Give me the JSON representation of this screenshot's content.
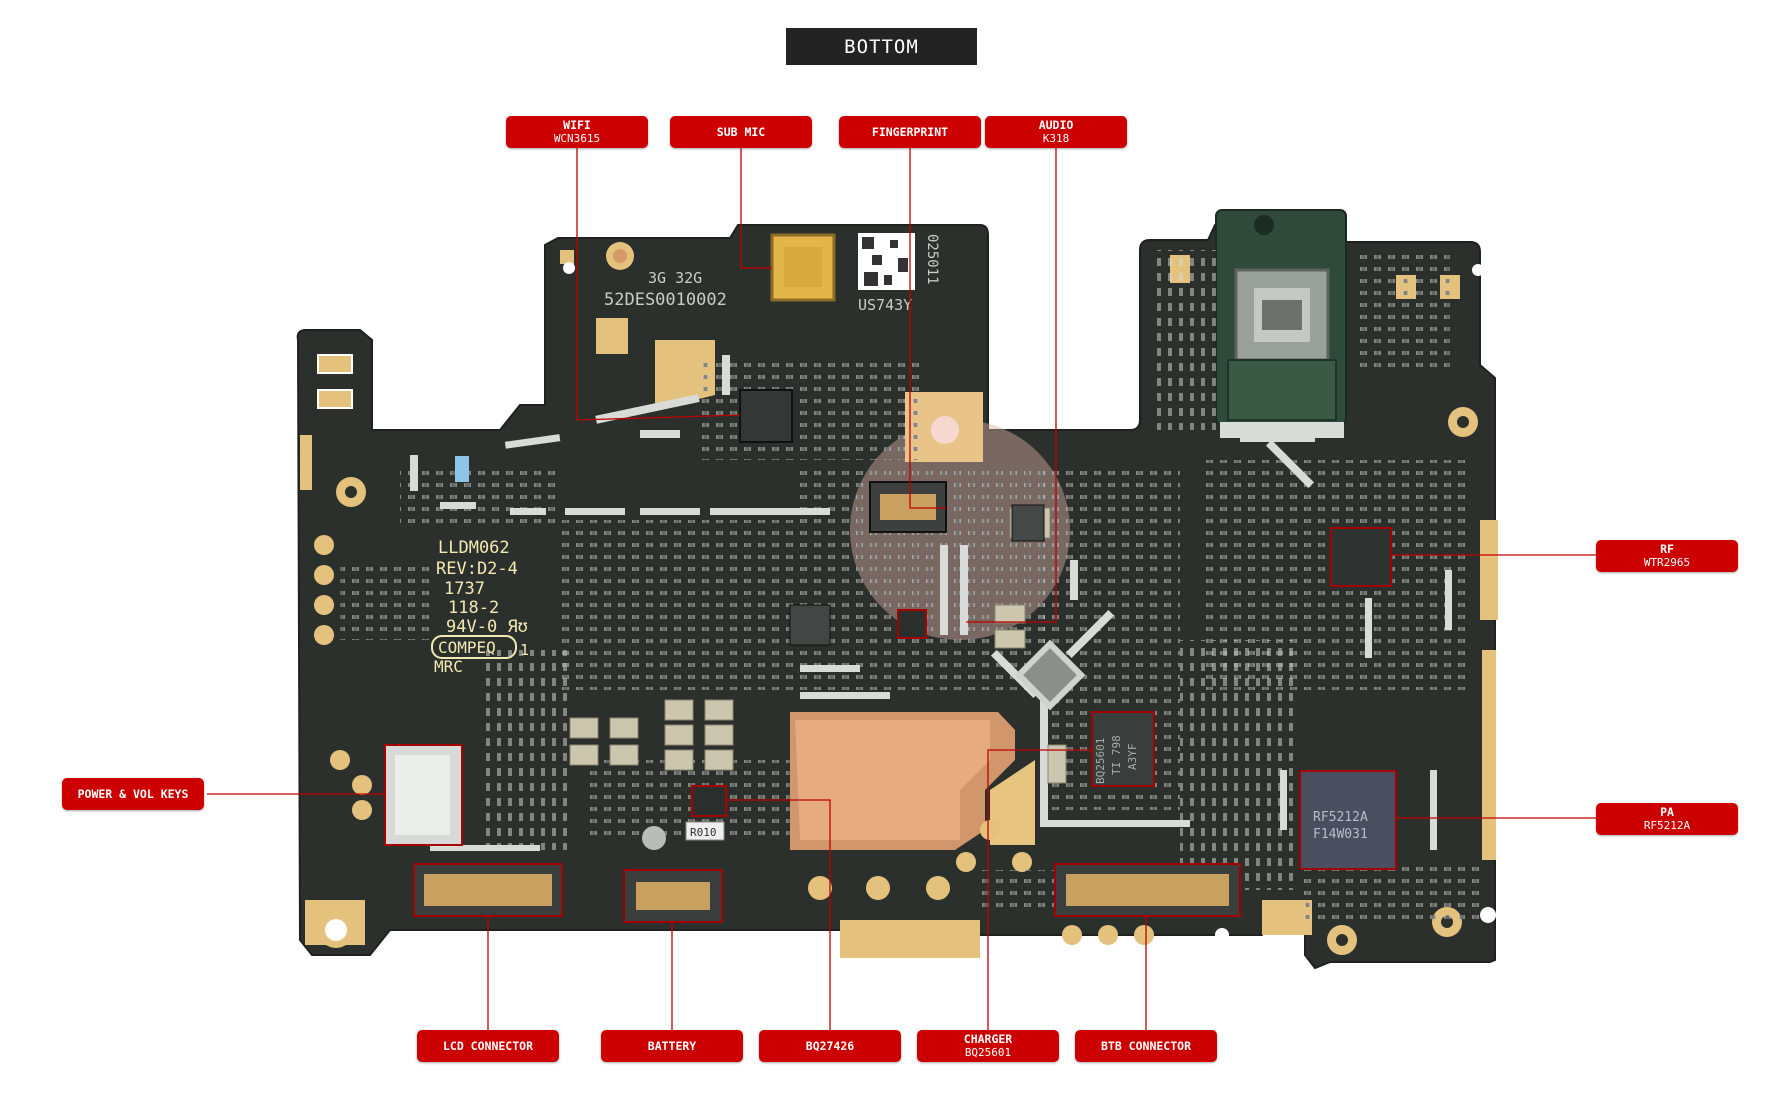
{
  "title": "BOTTOM",
  "colors": {
    "label_bg": "#cc0000",
    "pcb_green": "#2b2f2c",
    "pad_gold": "#e4c27e",
    "title_bg": "#232323"
  },
  "board_markings": {
    "model": "LLDM062",
    "rev": "REV:D2-4",
    "date": "1737",
    "code": "118-2",
    "rating": "94V-0 Яʊ",
    "maker": "COMPEQ",
    "maker_suffix": "1",
    "mrc": "MRC",
    "memory": "3G 32G",
    "serial": "52DES0010002",
    "qr_id": "US743Y",
    "qr_side": "025011",
    "charger_chip_text": "BQ25601",
    "charger_chip_code": "TI 798",
    "charger_chip_code2": "A3YF",
    "pa_chip_text": "RF5212A",
    "pa_chip_code": "F14W031",
    "resistor_text": "R010"
  },
  "components": [
    {
      "name": "WIFI",
      "part": "WCN3615"
    },
    {
      "name": "SUB MIC",
      "part": ""
    },
    {
      "name": "FINGERPRINT",
      "part": ""
    },
    {
      "name": "AUDIO",
      "part": "K318"
    },
    {
      "name": "RF",
      "part": "WTR2965"
    },
    {
      "name": "POWER & VOL KEYS",
      "part": ""
    },
    {
      "name": "PA",
      "part": "RF5212A"
    },
    {
      "name": "LCD CONNECTOR",
      "part": ""
    },
    {
      "name": "BATTERY",
      "part": ""
    },
    {
      "name": "BQ27426",
      "part": ""
    },
    {
      "name": "CHARGER",
      "part": "BQ25601"
    },
    {
      "name": "BTB CONNECTOR",
      "part": ""
    }
  ]
}
